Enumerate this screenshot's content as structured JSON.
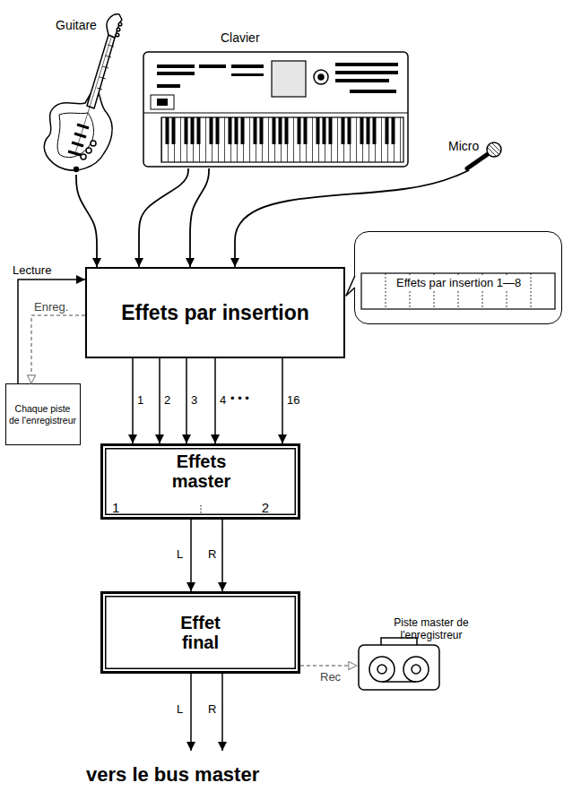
{
  "diagram": {
    "nodes": [
      {
        "text": [
          "Guitare"
        ]
      },
      {
        "text": [
          "Clavier"
        ]
      },
      {
        "text": [
          "Micro"
        ]
      },
      {
        "text": [
          "Effets par insertion 1—8"
        ]
      },
      {
        "text": [
          "Effets par insertion"
        ]
      },
      {
        "text": [
          "Chaque piste de l'enregistreur"
        ]
      },
      {
        "text": [
          "Effets master",
          "1",
          "2"
        ]
      },
      {
        "text": [
          "Effet final"
        ]
      },
      {
        "text": [
          "Piste master de l'enregistreur"
        ]
      }
    ],
    "edges": [
      {
        "from": 0,
        "to": 4,
        "arrow": "to"
      },
      {
        "from": 1,
        "to": 4,
        "arrow": "to"
      },
      {
        "from": 1,
        "to": 4,
        "arrow": "to"
      },
      {
        "from": 2,
        "to": 4,
        "arrow": "to"
      },
      {
        "from": 5,
        "to": 4,
        "label": "Lecture",
        "arrow": "to"
      },
      {
        "from": 4,
        "to": 5,
        "label": "Enreg.",
        "arrow": "to"
      },
      {
        "from": 4,
        "to": 6,
        "label": "1",
        "arrow": "to"
      },
      {
        "from": 4,
        "to": 6,
        "label": "2",
        "arrow": "to"
      },
      {
        "from": 4,
        "to": 6,
        "label": "3",
        "arrow": "to"
      },
      {
        "from": 4,
        "to": 6,
        "label": "4",
        "arrow": "to"
      },
      {
        "from": 4,
        "to": 6,
        "label": "16",
        "arrow": "to"
      },
      {
        "from": 6,
        "to": 7,
        "label": "L",
        "arrow": "to"
      },
      {
        "from": 6,
        "to": 7,
        "label": "R",
        "arrow": "to"
      },
      {
        "from": 7,
        "to": 8,
        "label": "Rec",
        "arrow": "to"
      }
    ],
    "labels": [
      "• • •",
      "L",
      "R",
      "vers le bus master"
    ]
  }
}
